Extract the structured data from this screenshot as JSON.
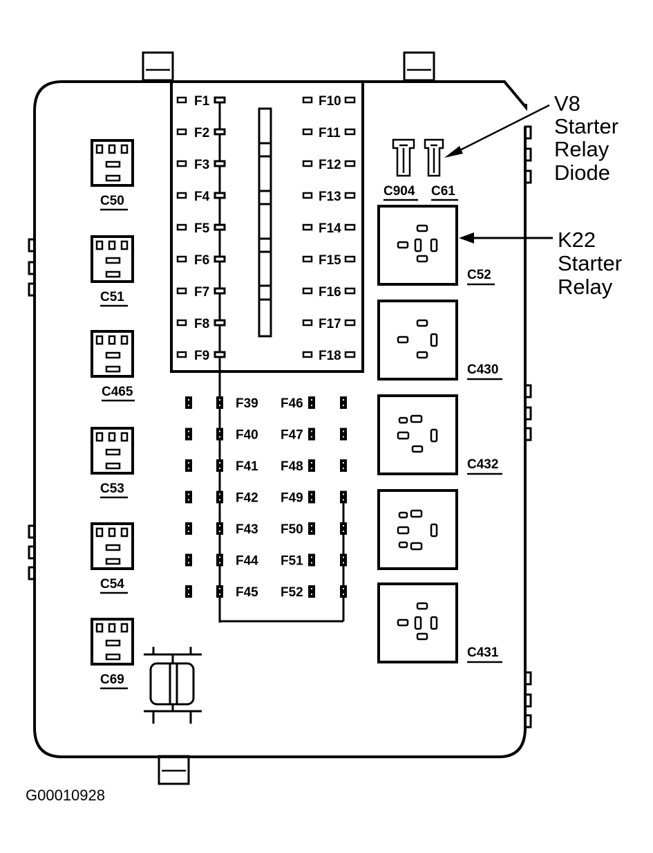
{
  "diagram": {
    "figure_id": "G00010928",
    "upper_fuses_left": [
      "F1",
      "F2",
      "F3",
      "F4",
      "F5",
      "F6",
      "F7",
      "F8",
      "F9"
    ],
    "upper_fuses_right": [
      "F10",
      "F11",
      "F12",
      "F13",
      "F14",
      "F15",
      "F16",
      "F17",
      "F18"
    ],
    "lower_fuses_left": [
      "F39",
      "F40",
      "F41",
      "F42",
      "F43",
      "F44",
      "F45"
    ],
    "lower_fuses_right": [
      "F46",
      "F47",
      "F48",
      "F49",
      "F50",
      "F51",
      "F52"
    ],
    "left_connectors": [
      "C50",
      "C51",
      "C465",
      "C53",
      "C54",
      "C69"
    ],
    "diode_connectors": [
      "C904",
      "C61"
    ],
    "relays": [
      {
        "label": "C52",
        "pins": "five"
      },
      {
        "label": "C430",
        "pins": "four"
      },
      {
        "label": "C432",
        "pins": "five-a"
      },
      {
        "label": "",
        "pins": "six"
      },
      {
        "label": "C431",
        "pins": "five"
      }
    ],
    "callouts": {
      "diode": [
        "V8",
        "Starter",
        "Relay",
        "Diode"
      ],
      "relay": [
        "K22",
        "Starter",
        "Relay"
      ]
    }
  }
}
